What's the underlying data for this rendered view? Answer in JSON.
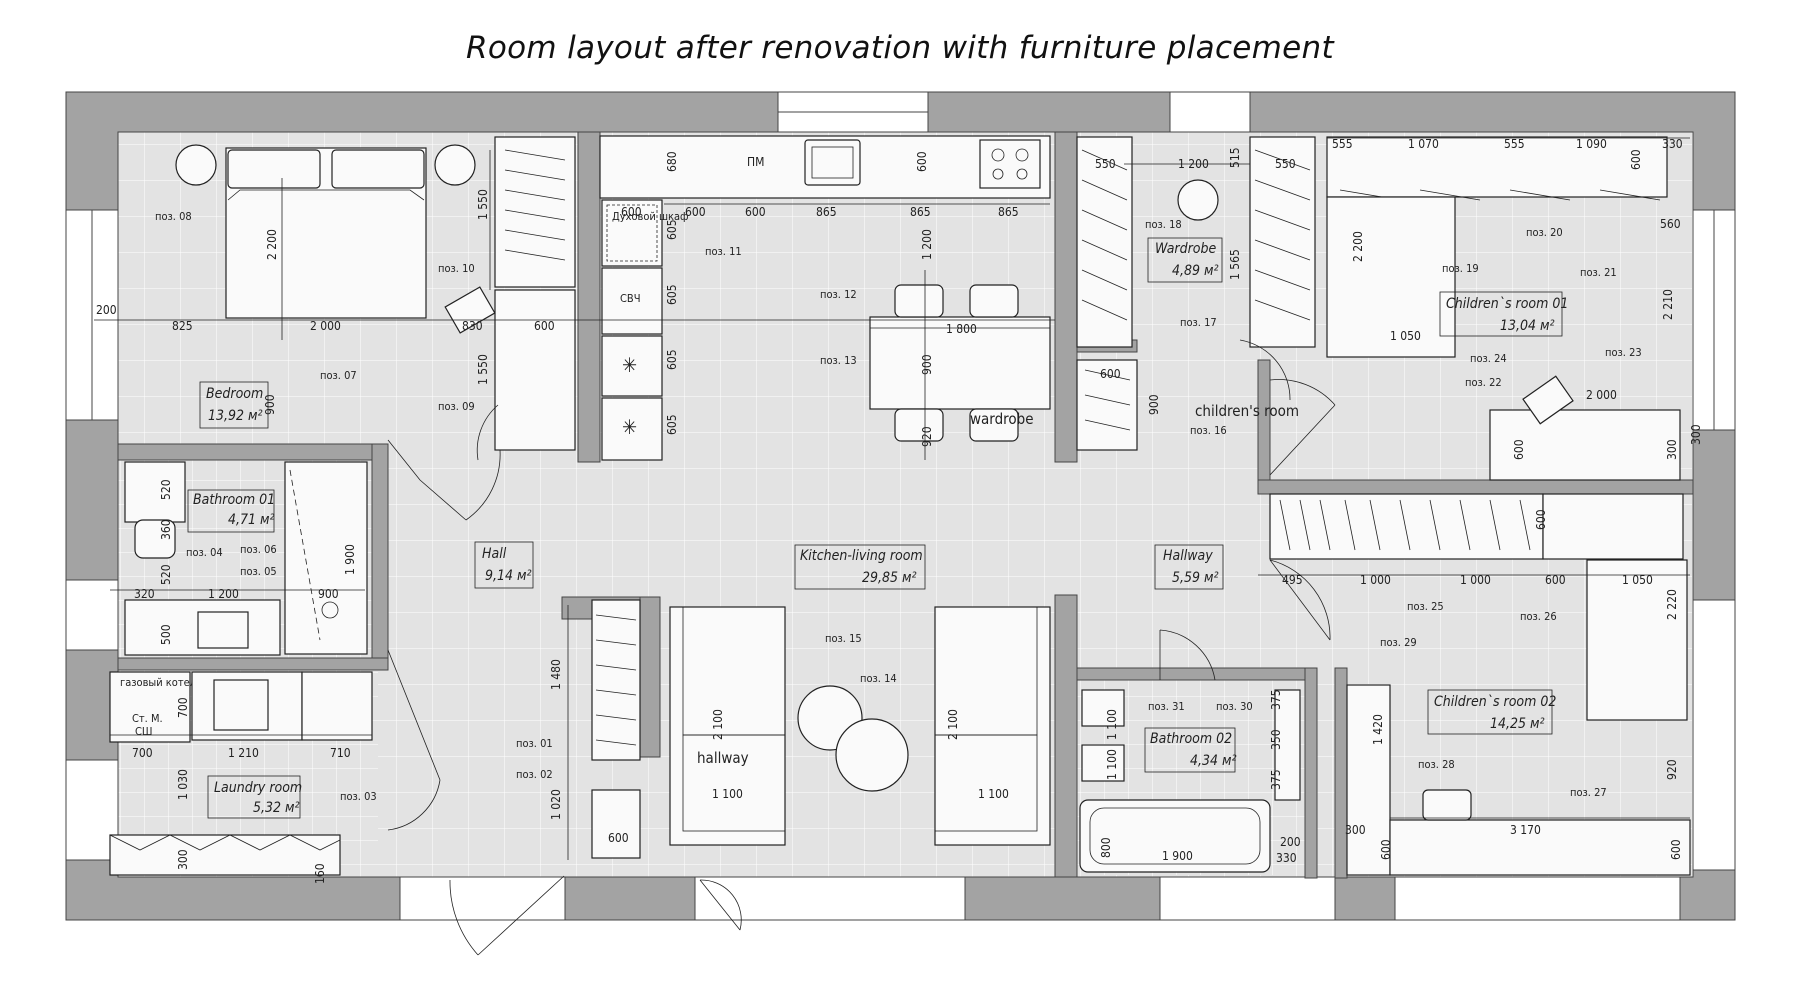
{
  "title": "Room layout after renovation with furniture placement",
  "rooms": [
    {
      "name": "Bedroom",
      "area": "13,92 м²"
    },
    {
      "name": "Bathroom 01",
      "area": "4,71 м²"
    },
    {
      "name": "Laundry room",
      "area": "5,32 м²"
    },
    {
      "name": "Hall",
      "area": "9,14 м²"
    },
    {
      "name": "Kitchen-living room",
      "area": "29,85 м²"
    },
    {
      "name": "Wardrobe",
      "area": "4,89 м²"
    },
    {
      "name": "Hallway",
      "area": "5,59 м²"
    },
    {
      "name": "Bathroom 02",
      "area": "4,34 м²"
    },
    {
      "name": "Children`s room 01",
      "area": "13,04 м²"
    },
    {
      "name": "Children`s room 02",
      "area": "14,25 м²"
    }
  ],
  "annotations": {
    "wardrobe": "wardrobe",
    "childrens_room": "children's room",
    "hallway": "hallway"
  },
  "appliances": {
    "pm": "ПМ",
    "oven": "Духовой шкаф",
    "microwave": "СВЧ",
    "boiler": "газовый котел",
    "washer": "Ст. М.",
    "dryer": "СШ"
  },
  "positions": {
    "p01": "поз. 01",
    "p02": "поз. 02",
    "p03": "поз. 03",
    "p04": "поз. 04",
    "p05": "поз. 05",
    "p06": "поз. 06",
    "p07": "поз. 07",
    "p08": "поз. 08",
    "p09": "поз. 09",
    "p10": "поз. 10",
    "p11": "поз. 11",
    "p12": "поз. 12",
    "p13": "поз. 13",
    "p14": "поз. 14",
    "p15": "поз. 15",
    "p16": "поз. 16",
    "p17": "поз. 17",
    "p18": "поз. 18",
    "p19": "поз. 19",
    "p20": "поз. 20",
    "p21": "поз. 21",
    "p22": "поз. 22",
    "p23": "поз. 23",
    "p24": "поз. 24",
    "p25": "поз. 25",
    "p26": "поз. 26",
    "p27": "поз. 27",
    "p28": "поз. 28",
    "p29": "поз. 29",
    "p30": "поз. 30",
    "p31": "поз. 31"
  },
  "dimensions": {
    "d200": "200",
    "d825": "825",
    "d2000": "2 000",
    "d830": "830",
    "d600": "600",
    "d2200": "2 200",
    "d1550": "1 550",
    "d900": "900",
    "d520": "520",
    "d360": "360",
    "d320": "320",
    "d1200": "1 200",
    "d500": "500",
    "d1900": "1 900",
    "d700": "700",
    "d1210": "1 210",
    "d710": "710",
    "d1030": "1 030",
    "d300": "300",
    "d160": "160",
    "d1480": "1 480",
    "d1020": "1 020",
    "d680": "680",
    "d605": "605",
    "d865": "865",
    "d1800": "1 800",
    "d920": "920",
    "d550": "550",
    "d515": "515",
    "d1565": "1 565",
    "d555": "555",
    "d1070": "1 070",
    "d1090": "1 090",
    "d330": "330",
    "d560": "560",
    "d2210": "2 210",
    "d1050": "1 050",
    "d495": "495",
    "d1000": "1 000",
    "d2220": "2 220",
    "d2100": "2 100",
    "d1100": "1 100",
    "d1420": "1 420",
    "d3170": "3 170",
    "d350": "350",
    "d375": "375",
    "d800": "800"
  }
}
